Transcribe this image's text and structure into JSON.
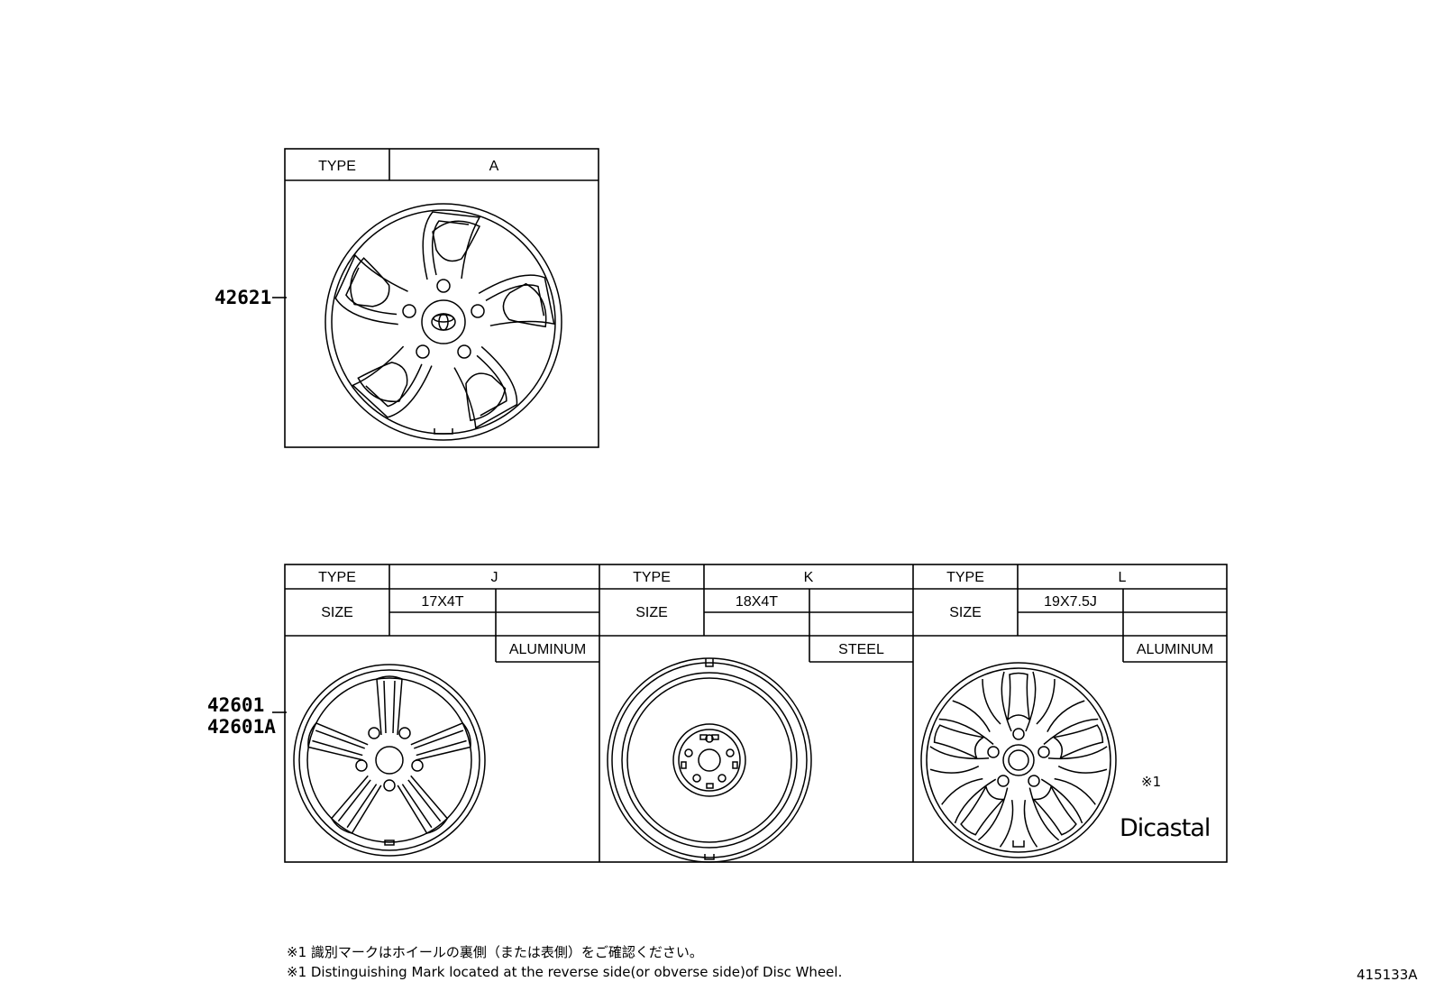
{
  "top_panel": {
    "part_number": "42621",
    "type_header": "TYPE",
    "type_value": "A"
  },
  "bottom_panel": {
    "part_numbers": [
      "42601",
      "42601A"
    ],
    "columns": [
      {
        "type_header": "TYPE",
        "type_value": "J",
        "size_header": "SIZE",
        "size_value": "17X4T",
        "material": "ALUMINUM"
      },
      {
        "type_header": "TYPE",
        "type_value": "K",
        "size_header": "SIZE",
        "size_value": "18X4T",
        "material": "STEEL"
      },
      {
        "type_header": "TYPE",
        "type_value": "L",
        "size_header": "SIZE",
        "size_value": "19X7.5J",
        "material": "ALUMINUM",
        "mark": "※1",
        "brand": "Dicastal"
      }
    ]
  },
  "notes": {
    "jp": "※1  識別マークはホイールの裏側（または表側）をご確認ください。",
    "en": "※1  Distinguishing Mark located at the reverse side(or obverse side)of Disc Wheel."
  },
  "figure_id": "415133A"
}
